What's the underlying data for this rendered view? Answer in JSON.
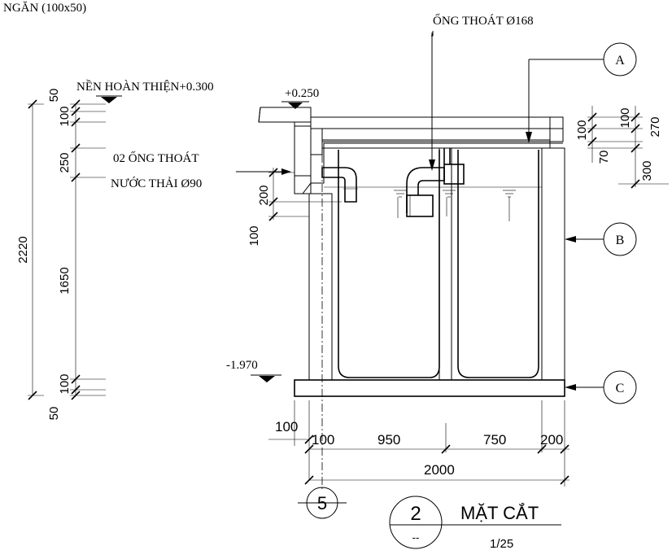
{
  "labels": {
    "header_cut": "NGĂN (100x50)",
    "pipe_outlet": "ỐNG THOÁT Ø168",
    "floor_finish": "NỀN HOÀN THIỆN+0.300",
    "level_top": "+0.250",
    "inlet_line1": "02 ỐNG THOÁT",
    "inlet_line2": "NƯỚC THẢI Ø90",
    "level_bottom": "-1.970"
  },
  "callouts": {
    "a": "A",
    "b": "B",
    "c": "C"
  },
  "axis_label": "5",
  "title_block": {
    "number": "2",
    "sheet": "--",
    "title": "MẶT CẮT",
    "scale": "1/25"
  },
  "dims_left": {
    "d50_top": "50",
    "d100_top": "100",
    "d250": "250",
    "d2220": "2220",
    "d1650": "1650",
    "d100_bot": "100",
    "d50_bot": "50"
  },
  "dims_pipe": {
    "d200": "200",
    "d100": "100"
  },
  "dims_right": {
    "d100_a": "100",
    "d70": "70",
    "d100_b": "100",
    "d270": "270",
    "d300": "300"
  },
  "dims_bottom": {
    "d100_out": "100",
    "d100_in": "100",
    "d950": "950",
    "d750": "750",
    "d200": "200",
    "d2000": "2000"
  }
}
